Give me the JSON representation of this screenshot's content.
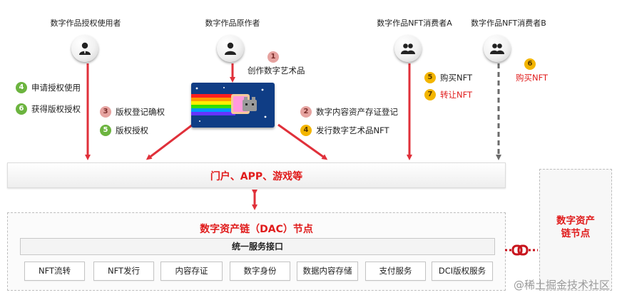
{
  "actors": {
    "licensed_user": "数字作品授权使用者",
    "original_author": "数字作品原作者",
    "consumer_a": "数字作品NFT消费者A",
    "consumer_b": "数字作品NFT消费者B"
  },
  "steps": {
    "create": {
      "num": "1",
      "text": "创作数字艺术品"
    },
    "apply_license": {
      "num": "4",
      "text": "申请授权使用"
    },
    "obtain_license": {
      "num": "6",
      "text": "获得版权授权"
    },
    "copyright_register": {
      "num": "3",
      "text": "版权登记确权"
    },
    "copyright_license": {
      "num": "5",
      "text": "版权授权"
    },
    "content_register": {
      "num": "2",
      "text": "数字内容资产存证登记"
    },
    "issue_nft": {
      "num": "4",
      "text": "发行数字艺术品NFT"
    },
    "buy_nft_a": {
      "num": "5",
      "text": "购买NFT"
    },
    "transfer_nft": {
      "num": "7",
      "text": "转让NFT"
    },
    "buy_nft_b": {
      "num": "6",
      "text": "购买NFT"
    }
  },
  "portal_bar": "门户、APP、游戏等",
  "dac": {
    "title": "数字资产链（DAC）节点",
    "api": "统一服务接口",
    "services": [
      "NFT流转",
      "NFT发行",
      "内容存证",
      "数字身份",
      "数据内容存储",
      "支付服务",
      "DCI版权服务"
    ]
  },
  "side_node": {
    "line1": "数字资产",
    "line2": "链节点"
  },
  "watermark": "@稀土掘金技术社区",
  "colors": {
    "accent_red": "#e01b1b",
    "arrow_red": "#e0303a",
    "arrow_gray": "#6b6b6b",
    "badge_green": "#6cb43f",
    "badge_pink": "#e6a3a0",
    "badge_yellow": "#f3b500"
  }
}
